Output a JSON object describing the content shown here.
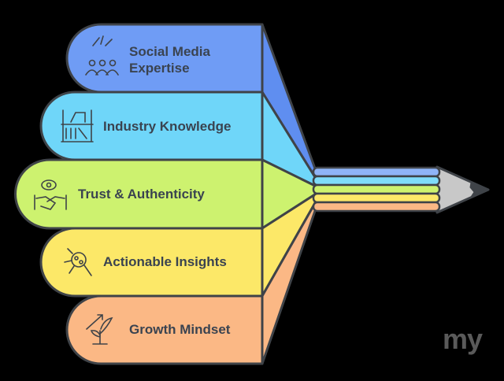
{
  "title": "Pencil diagram of skills",
  "items": [
    {
      "label_line1": "Social Media",
      "label_line2": "Expertise",
      "icon": "fireworks-people-icon",
      "color": "#6f9cf5"
    },
    {
      "label_line1": "Industry Knowledge",
      "icon": "bookshelf-icon",
      "color": "#6fd6f9"
    },
    {
      "label_line1": "Trust & Authenticity",
      "icon": "eye-handshake-icon",
      "color": "#cdf26f"
    },
    {
      "label_line1": "Actionable Insights",
      "icon": "magnifier-network-icon",
      "color": "#fce868"
    },
    {
      "label_line1": "Growth Mindset",
      "icon": "growing-plant-icon",
      "color": "#fbb885"
    }
  ],
  "pencil_tip_color": "#c8c8c8",
  "outline_color": "#3f4348",
  "watermark": "my"
}
